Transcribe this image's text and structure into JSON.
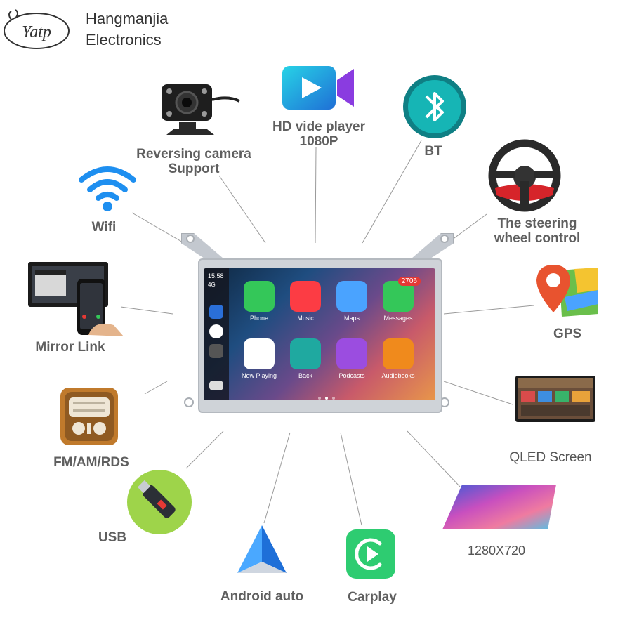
{
  "brand": {
    "name_line1": "Hangmanjia",
    "name_line2": "Electronics",
    "logo_text": "Yatp"
  },
  "features": {
    "camera": "Reversing camera\nSupport",
    "video": "HD vide player\n1080P",
    "bt": "BT",
    "steering": "The steering\nwheel control",
    "wifi": "Wifi",
    "mirror": "Mirror Link",
    "gps": "GPS",
    "fm": "FM/AM/RDS",
    "qled": "QLED Screen",
    "usb": "USB",
    "resolution": "1280X720",
    "android": "Android auto",
    "carplay": "Carplay"
  },
  "screen": {
    "time": "15:58",
    "network": "4G",
    "apps": [
      {
        "label": "Phone",
        "color": "#34c759"
      },
      {
        "label": "Music",
        "color": "#fc3c44"
      },
      {
        "label": "Maps",
        "color": "#4aa3ff"
      },
      {
        "label": "Messages",
        "color": "#34c759",
        "badge": "2706"
      },
      {
        "label": "Now Playing",
        "color": "#ffffff"
      },
      {
        "label": "Back",
        "color": "#1fa9a0"
      },
      {
        "label": "Podcasts",
        "color": "#9b4de0"
      },
      {
        "label": "Audiobooks",
        "color": "#f08a1c"
      }
    ]
  },
  "colors": {
    "label": "#5f5f5f",
    "wifi": "#1e8ff0",
    "bt": "#16b5b5",
    "carplay": "#2ecc71",
    "usb": "#9ed44a"
  }
}
